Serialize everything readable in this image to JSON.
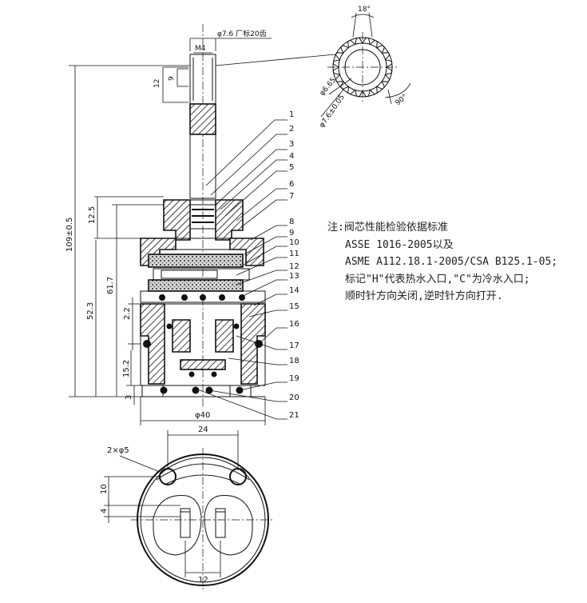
{
  "views": {
    "side": {
      "dims": {
        "stem_dia": "φ7.6 厂标20齿",
        "thread": "M4",
        "d12": "12",
        "d9": "9",
        "overall": "109±0.5",
        "d12_5": "12.5",
        "d52_3": "52.3",
        "d61_7": "61.7",
        "d2_2": "2.2",
        "d15_2": "15.2",
        "d3": "3",
        "body_dia": "φ40"
      },
      "part_labels": [
        "1",
        "2",
        "3",
        "4",
        "5",
        "6",
        "7",
        "8",
        "9",
        "10",
        "11",
        "12",
        "13",
        "14",
        "15",
        "16",
        "17",
        "18",
        "19",
        "20",
        "21"
      ]
    },
    "spline": {
      "angle_top": "18°",
      "angle_right": "90°",
      "inner_dia": "φ6.65",
      "outer_dia": "φ7.6±0.05"
    },
    "bottom": {
      "holes": "2×φ5",
      "d24": "24",
      "d10": "10",
      "d4": "4",
      "d12": "12"
    }
  },
  "notes": {
    "line1": "注:阀芯性能检验依据标准",
    "line2": "ASSE 1016-2005以及",
    "line3": "ASME A112.18.1-2005/CSA B125.1-05;",
    "line4": "标记\"H\"代表热水入口,\"C\"为冷水入口;",
    "line5": "顺时针方向关闭,逆时针方向打开."
  }
}
